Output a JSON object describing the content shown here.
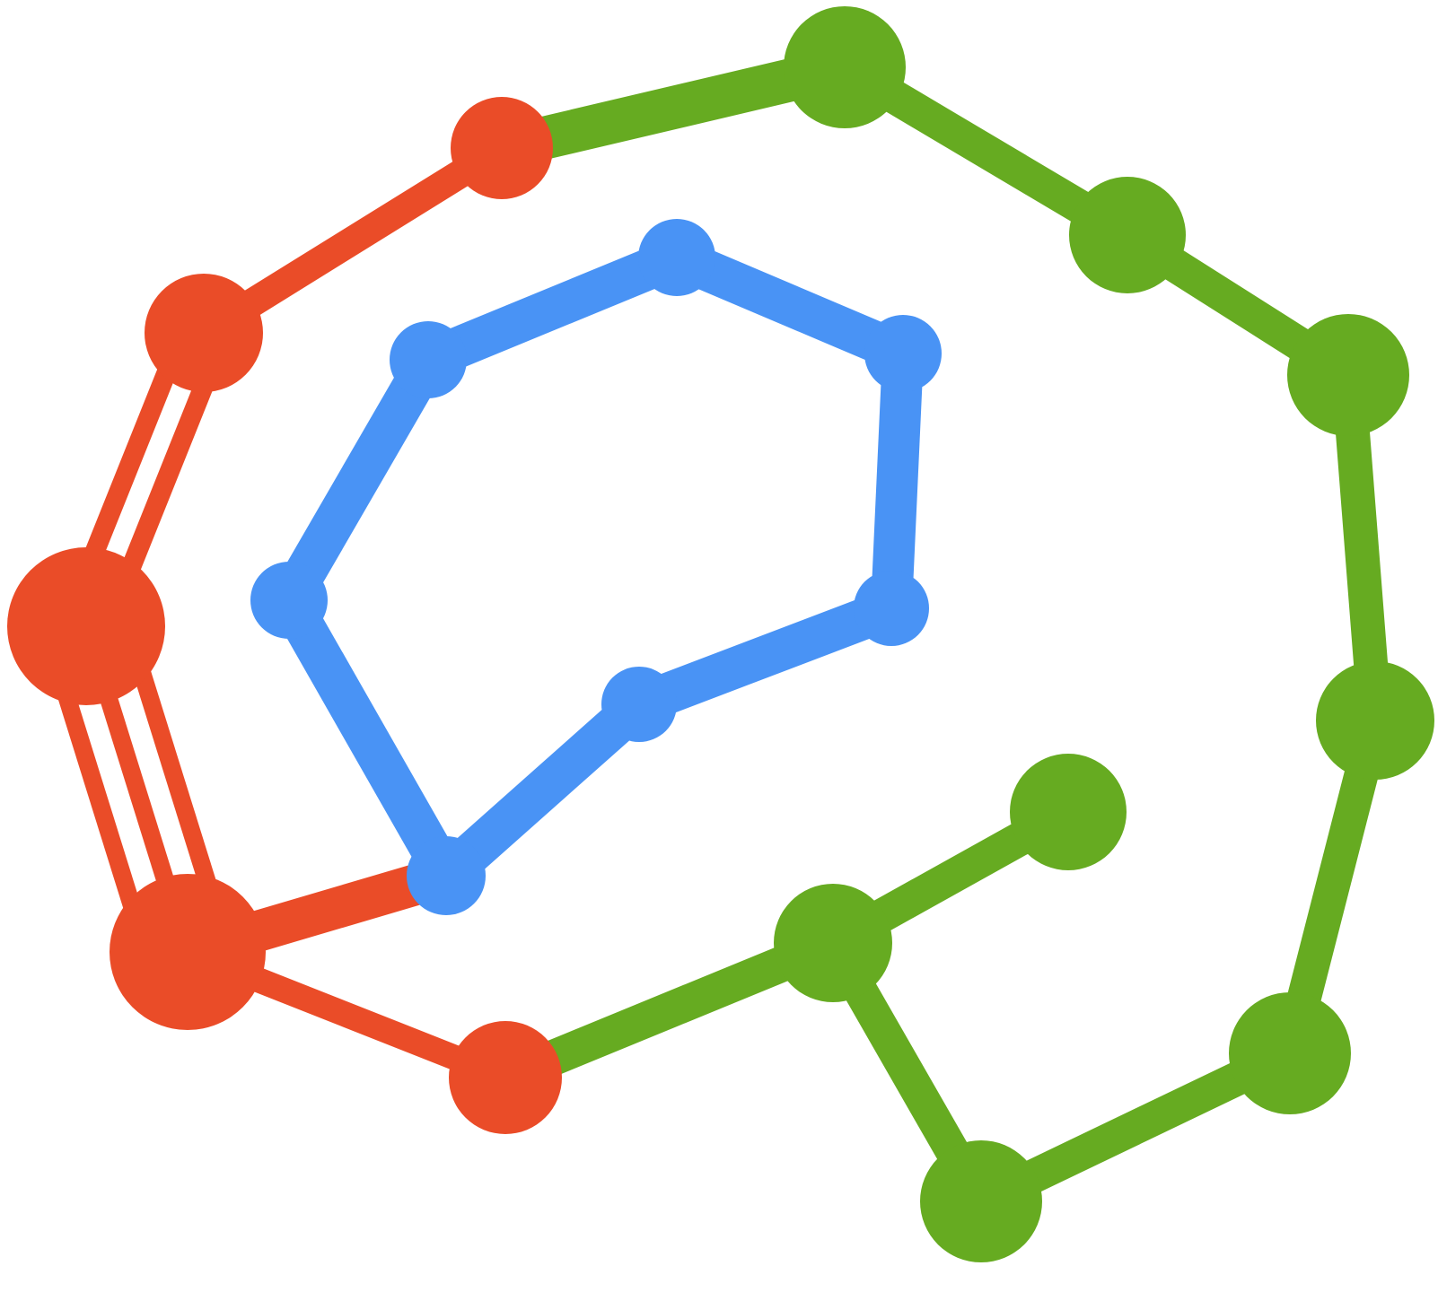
{
  "figure": {
    "kind": "molecular-graph-logo",
    "colors": {
      "orange": "#EA4C28",
      "green": "#66AB21",
      "blue": "#4993F5",
      "background": "#FFFFFF"
    },
    "clusters": [
      "orange",
      "green",
      "blue"
    ]
  }
}
